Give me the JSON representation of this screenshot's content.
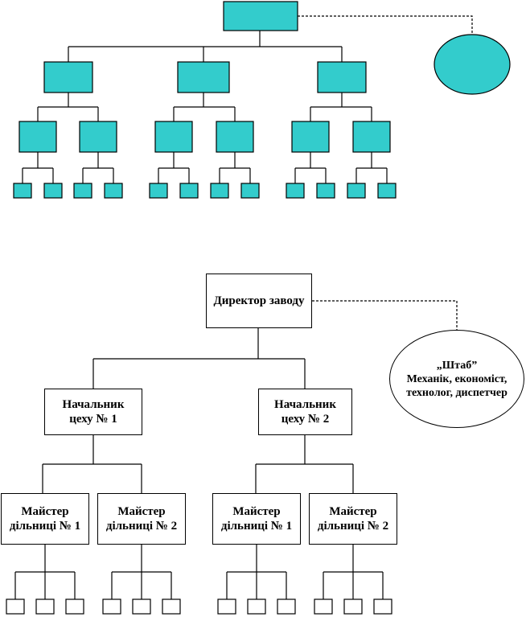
{
  "colors": {
    "fill_top": "#33CCCC",
    "stroke": "#000000",
    "fill_bottom": "#FFFFFF"
  },
  "bottom_chart": {
    "director": "Директор заводу",
    "staff": {
      "title": "„Штаб”",
      "line1": "Механік, економіст,",
      "line2": "технолог, диспетчер"
    },
    "shop1": {
      "line1": "Начальник",
      "line2": "цеху № 1"
    },
    "shop2": {
      "line1": "Начальник",
      "line2": "цеху № 2"
    },
    "masters": [
      {
        "line1": "Майстер",
        "line2": "дільниці № 1"
      },
      {
        "line1": "Майстер",
        "line2": "дільниці № 2"
      },
      {
        "line1": "Майстер",
        "line2": "дільниці № 1"
      },
      {
        "line1": "Майстер",
        "line2": "дільниці № 2"
      }
    ]
  }
}
